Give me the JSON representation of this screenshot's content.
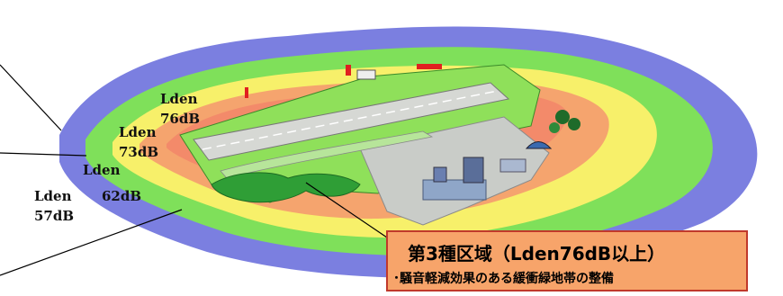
{
  "zones": {
    "lden76": {
      "line1": "Lden",
      "line2": "76dB"
    },
    "lden73": {
      "line1": "Lden",
      "line2": "73dB"
    },
    "lden62": {
      "line1": "Lden",
      "line2": "62dB"
    },
    "lden57": {
      "line1": "Lden",
      "line2": "57dB"
    }
  },
  "callout": {
    "title": "第3種区域（Lden76dB以上）",
    "subtitle": "･騒音軽減効果のある緩衝緑地帯の整備"
  },
  "colors": {
    "outer_band": "#7b7fe0",
    "green_band": "#7fe05a",
    "yellow_band": "#f7f06a",
    "orange_band": "#f5a46e",
    "salmon_band": "#f38a6a",
    "grass": "#8fe05a",
    "apron": "#c9ccc8",
    "callout_fill": "#f7a46a",
    "callout_border": "#c0392b"
  }
}
